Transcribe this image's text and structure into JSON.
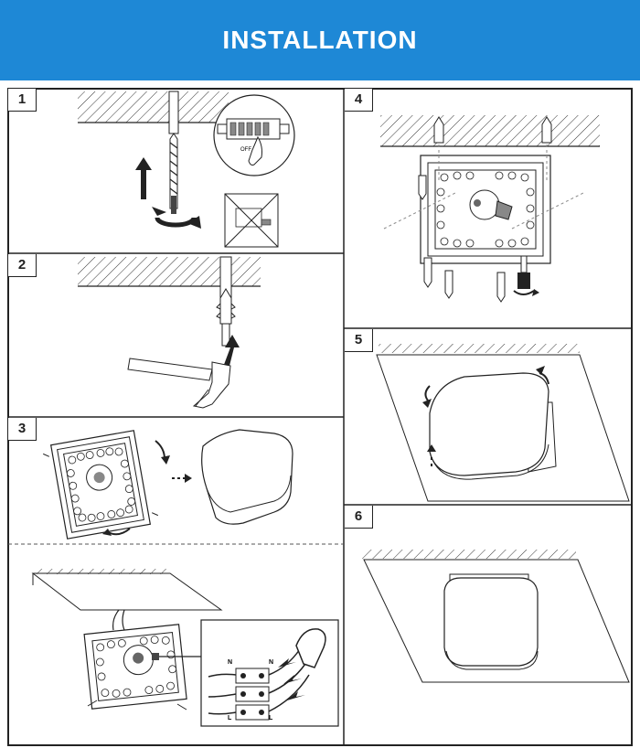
{
  "header": {
    "title": "INSTALLATION",
    "background": "#1e88d6"
  },
  "steps": [
    {
      "number": "1"
    },
    {
      "number": "2"
    },
    {
      "number": "3"
    },
    {
      "number": "4"
    },
    {
      "number": "5"
    },
    {
      "number": "6"
    }
  ],
  "switch_label": "OFF",
  "wire_labels": [
    "N",
    "N",
    "L",
    "L"
  ]
}
